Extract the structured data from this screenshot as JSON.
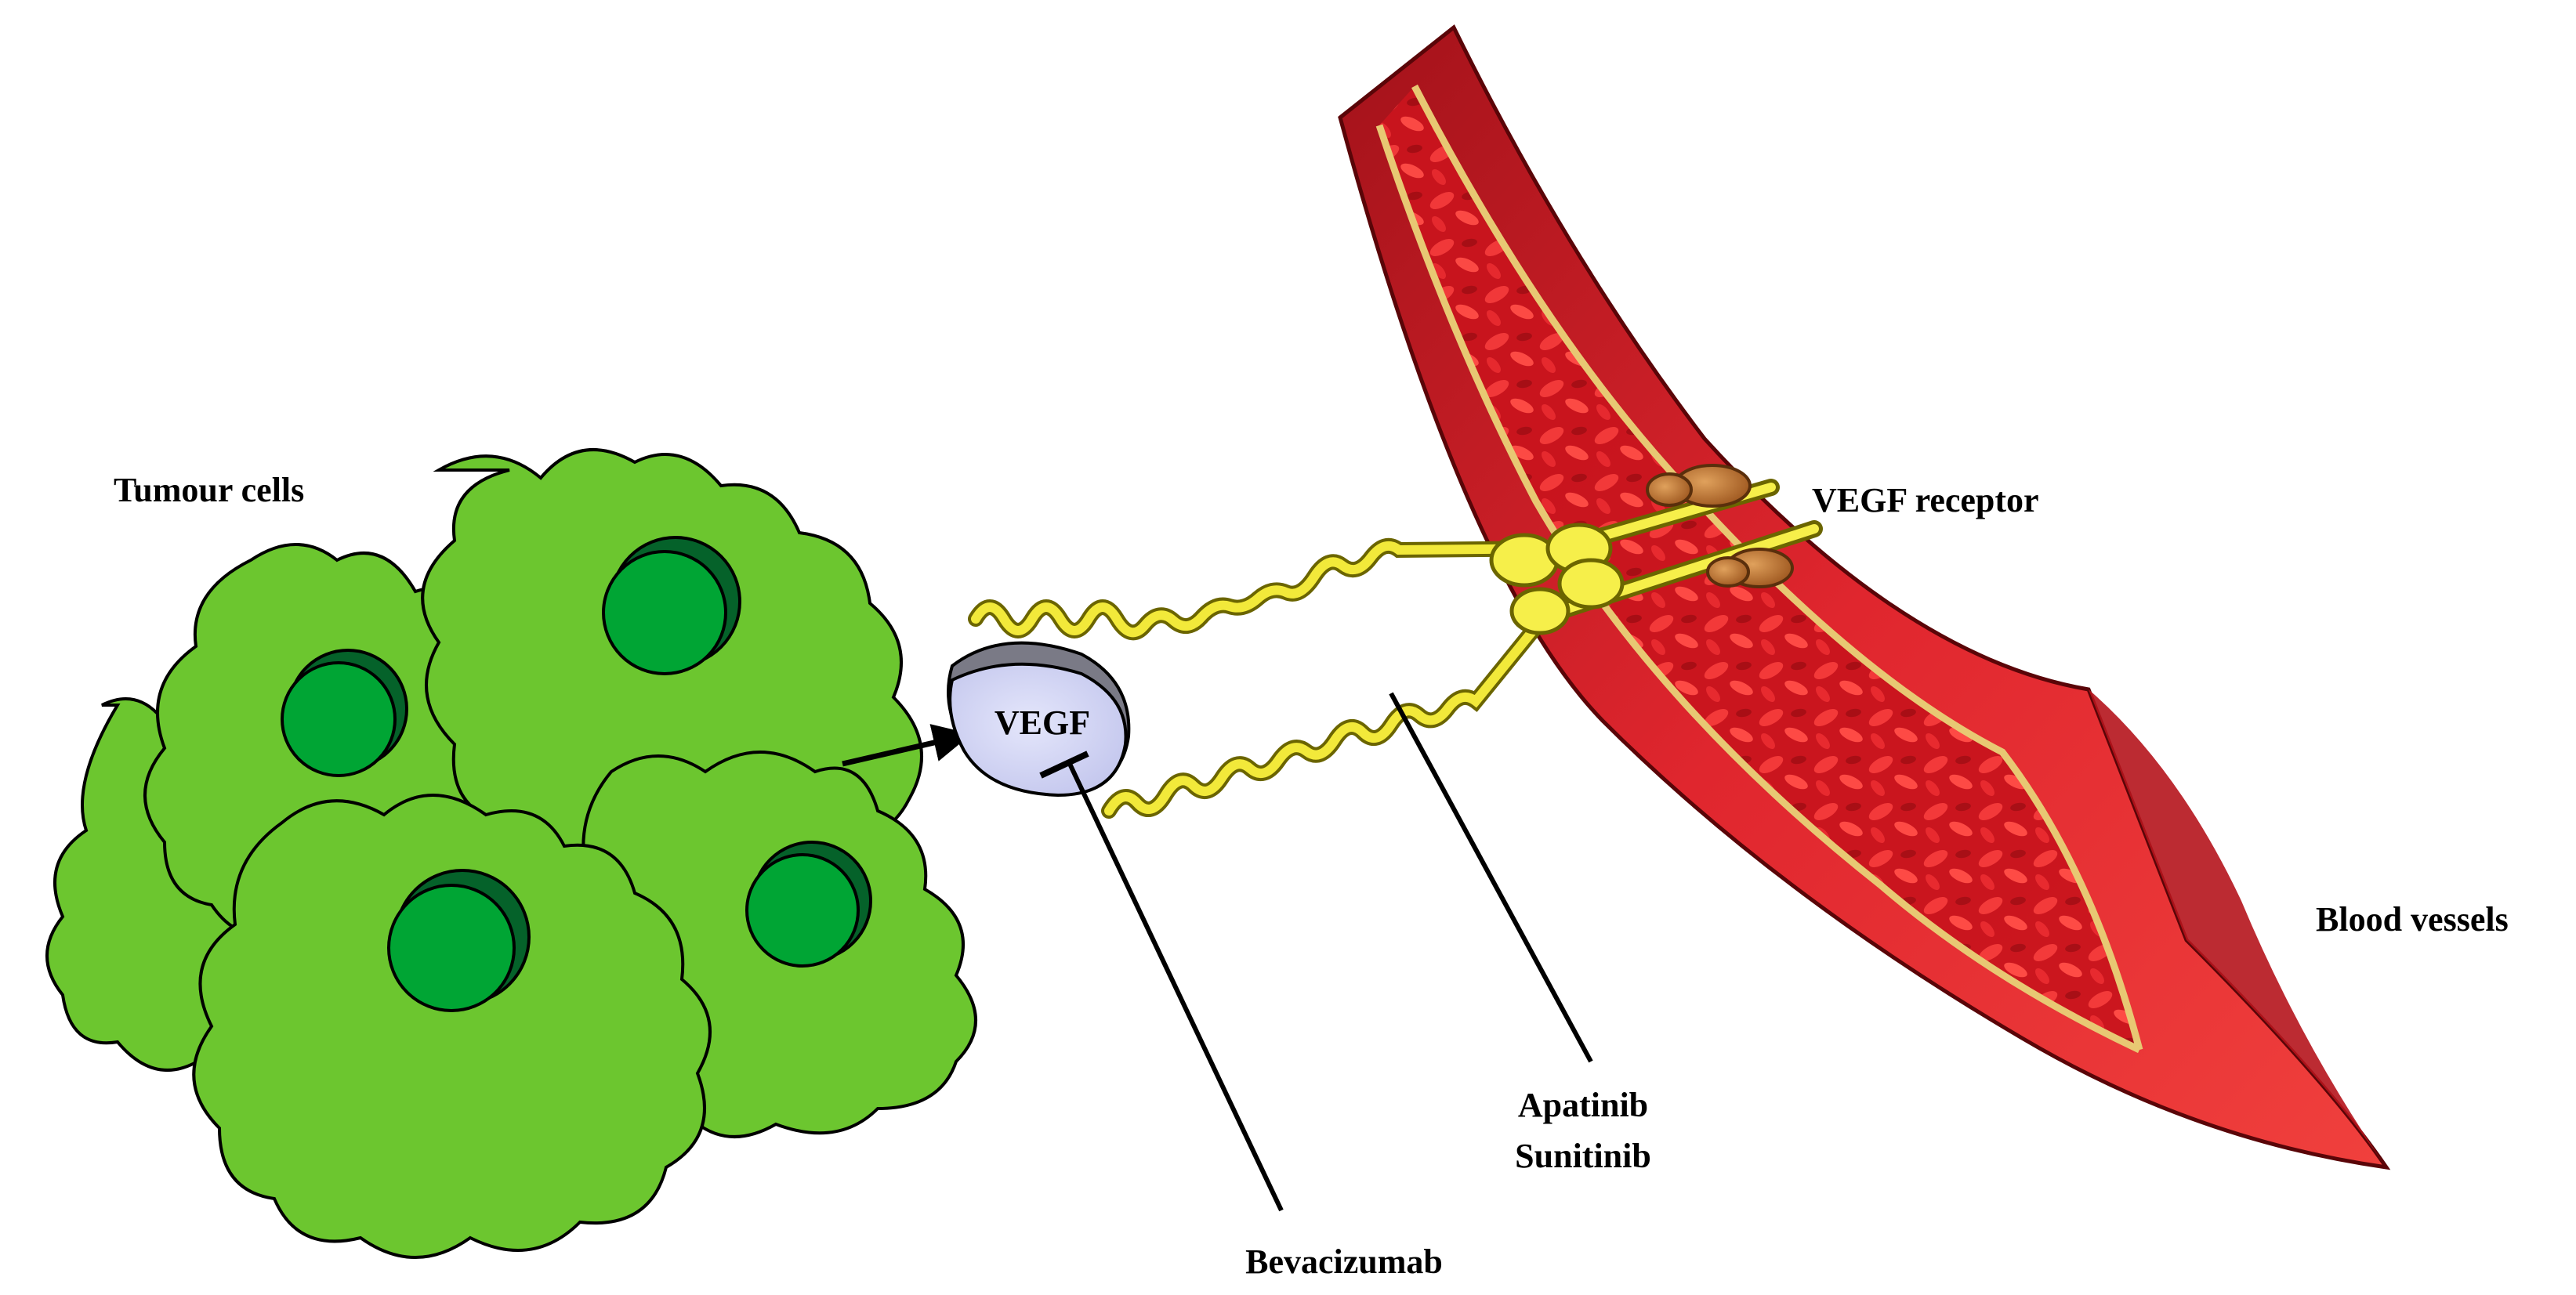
{
  "labels": {
    "tumour_cells": "Tumour cells",
    "vegf": "VEGF",
    "vegf_receptor": "VEGF receptor",
    "blood_vessels": "Blood vessels",
    "apatinib": "Apatinib",
    "sunitinib": "Sunitinib",
    "bevacizumab": "Bevacizumab"
  },
  "colors": {
    "cell_fill": "#6cc62f",
    "nucleus_fill": "#00a534",
    "nucleus_shadow": "#05622a",
    "vegf_fill": "#d4d6f4",
    "vegf_shadow": "#7a7a86",
    "receptor_yellow": "#f2e93a",
    "receptor_outline": "#6b6500",
    "vessel_red": "#d4202a",
    "vessel_dark": "#7a0a0f",
    "vessel_wall": "#e5c67a",
    "brown_domain": "#c27a3c"
  }
}
